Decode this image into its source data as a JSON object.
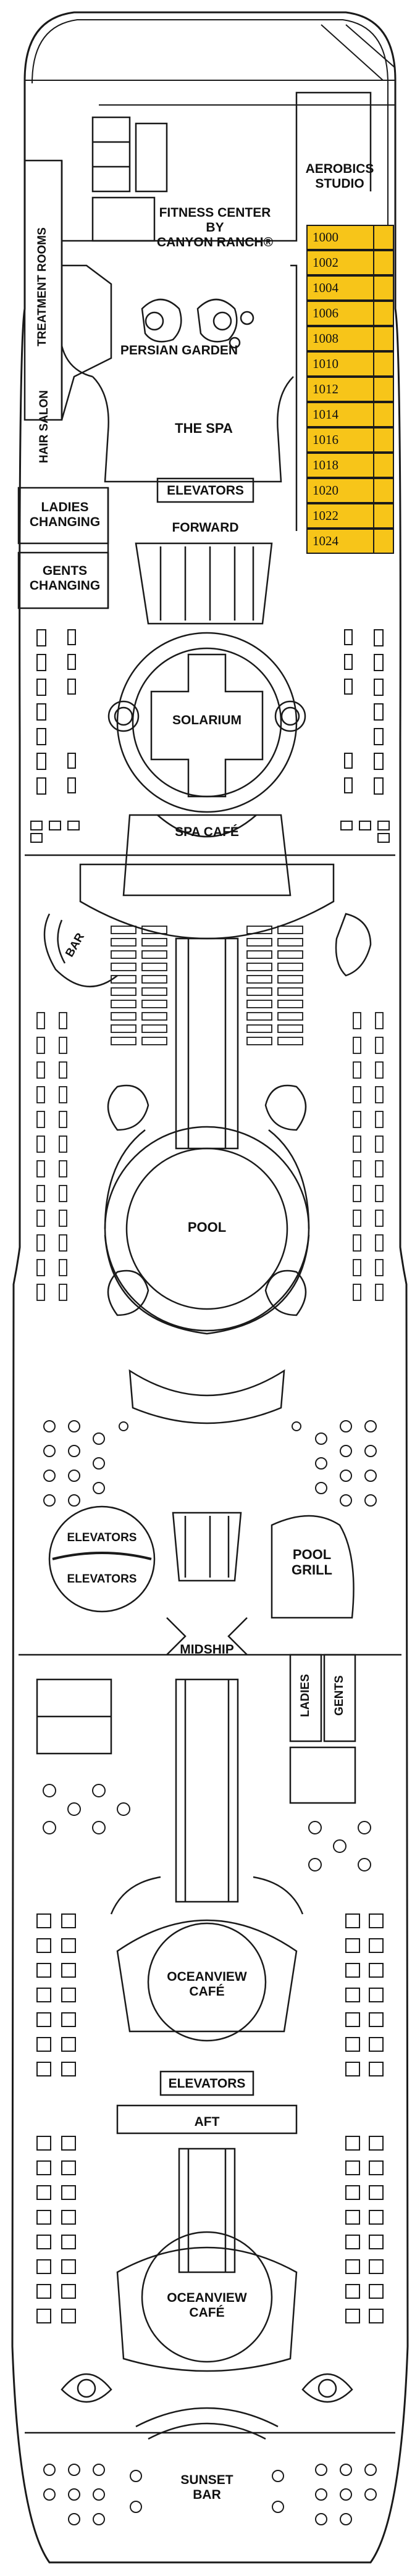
{
  "labels": {
    "aerobics_1": "AEROBICS",
    "aerobics_2": "STUDIO",
    "fitness_1": "FITNESS CENTER",
    "fitness_2": "BY",
    "fitness_3": "CANYON RANCH®",
    "treatment_rooms": "TREATMENT ROOMS",
    "persian_garden": "PERSIAN GARDEN",
    "hair_salon": "HAIR SALON",
    "the_spa": "THE SPA",
    "ladies_changing_1": "LADIES",
    "ladies_changing_2": "CHANGING",
    "gents_changing_1": "GENTS",
    "gents_changing_2": "CHANGING",
    "elevators_forward": "ELEVATORS",
    "forward": "FORWARD",
    "solarium": "SOLARIUM",
    "spa_cafe": "SPA CAFÉ",
    "bar": "BAR",
    "pool": "POOL",
    "elevators_mid_1": "ELEVATORS",
    "elevators_mid_2": "ELEVATORS",
    "pool_grill_1": "POOL",
    "pool_grill_2": "GRILL",
    "midship": "MIDSHIP",
    "ladies": "LADIES",
    "gents": "GENTS",
    "oceanview_cafe_1a": "OCEANVIEW",
    "oceanview_cafe_1b": "CAFÉ",
    "elevators_aft": "ELEVATORS",
    "aft": "AFT",
    "oceanview_cafe_2a": "OCEANVIEW",
    "oceanview_cafe_2b": "CAFÉ",
    "sunset_bar_1": "SUNSET",
    "sunset_bar_2": "BAR"
  },
  "cabins": [
    "1000",
    "1002",
    "1004",
    "1006",
    "1008",
    "1010",
    "1012",
    "1014",
    "1016",
    "1018",
    "1020",
    "1022",
    "1024"
  ],
  "colors": {
    "highlight": "#F7C519",
    "line": "#1a1a1a"
  }
}
